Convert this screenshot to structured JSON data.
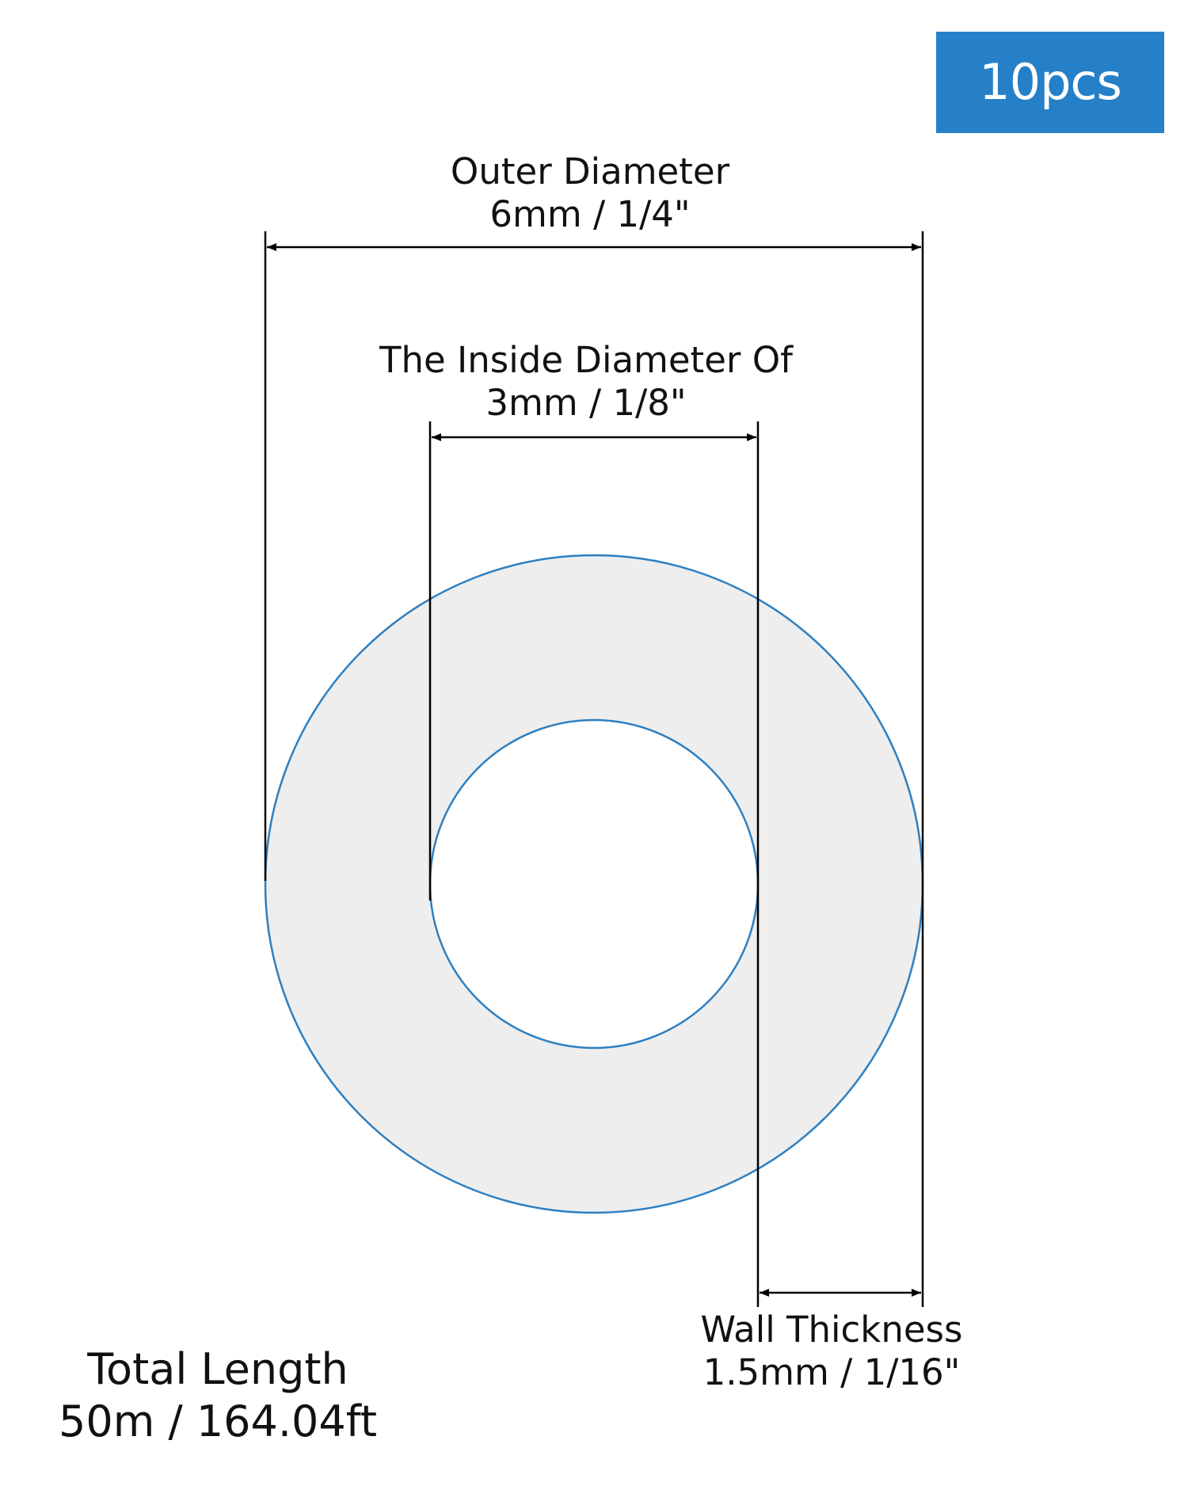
{
  "badge": {
    "text": "10pcs",
    "color": "#2680c8"
  },
  "outer_diameter": {
    "title": "Outer Diameter",
    "value": "6mm / 1/4\""
  },
  "inside_diameter": {
    "title": "The Inside Diameter Of",
    "value": "3mm / 1/8\""
  },
  "wall_thickness": {
    "title": "Wall Thickness",
    "value": "1.5mm / 1/16\""
  },
  "total_length": {
    "title": "Total Length",
    "value": "50m / 164.04ft"
  },
  "colors": {
    "tube_fill": "#eeeeee",
    "tube_outline": "#2e7fc0",
    "dimension_lines": "#000000"
  }
}
